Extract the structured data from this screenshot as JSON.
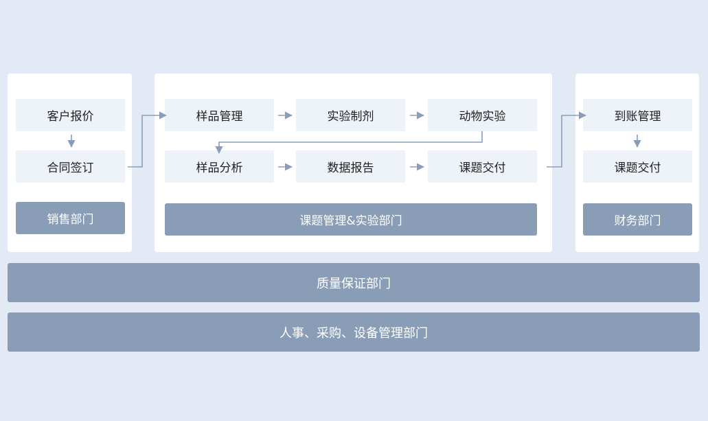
{
  "sales": {
    "steps": [
      "客户报价",
      "合同签订"
    ],
    "dept": "销售部门"
  },
  "lab": {
    "row1": [
      "样品管理",
      "实验制剂",
      "动物实验"
    ],
    "row2": [
      "样品分析",
      "数据报告",
      "课题交付"
    ],
    "dept": "课题管理&实验部门"
  },
  "finance": {
    "steps": [
      "到账管理",
      "课题交付"
    ],
    "dept": "财务部门"
  },
  "bands": [
    "质量保证部门",
    "人事、采购、设备管理部门"
  ],
  "colors": {
    "background": "#e3eaf6",
    "panel": "#ffffff",
    "step": "#eef2f9",
    "dept": "#8a9db6",
    "arrow": "#8a9db6"
  }
}
